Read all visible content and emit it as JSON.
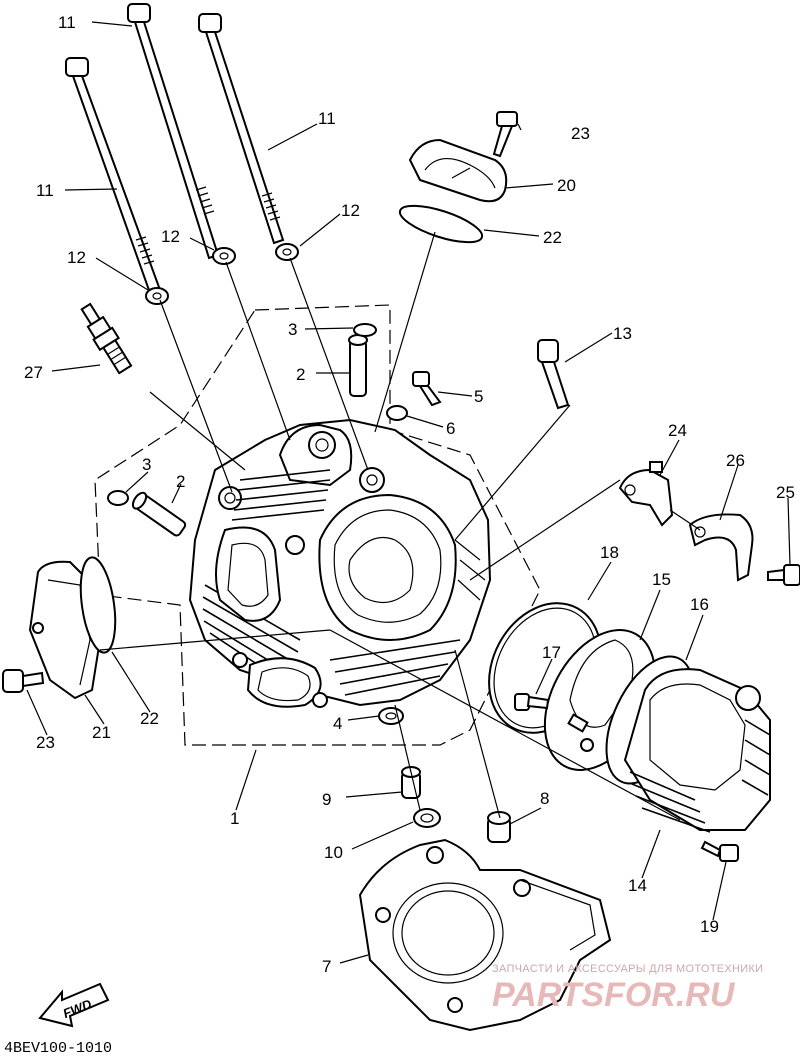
{
  "diagram_code": "4BEV100-1010",
  "fwd_label": "FWD",
  "watermark": {
    "tagline": "ЗАПЧАСТИ И АКСЕССУАРЫ ДЛЯ МОТОТЕХНИКИ",
    "logo": "PARTSFOR.RU"
  },
  "callouts": {
    "c11a": "11",
    "c11b": "11",
    "c11c": "11",
    "c12a": "12",
    "c12b": "12",
    "c12c": "12",
    "c23a": "23",
    "c20": "20",
    "c22a": "22",
    "c3a": "3",
    "c2a": "2",
    "c27": "27",
    "c13": "13",
    "c5": "5",
    "c6": "6",
    "c3b": "3",
    "c2b": "2",
    "c24": "24",
    "c26": "26",
    "c25": "25",
    "c18": "18",
    "c15": "15",
    "c16": "16",
    "c17": "17",
    "c4": "4",
    "c9": "9",
    "c8": "8",
    "c10": "10",
    "c1": "1",
    "c14": "14",
    "c19": "19",
    "c7": "7",
    "c23b": "23",
    "c21": "21",
    "c22b": "22"
  }
}
